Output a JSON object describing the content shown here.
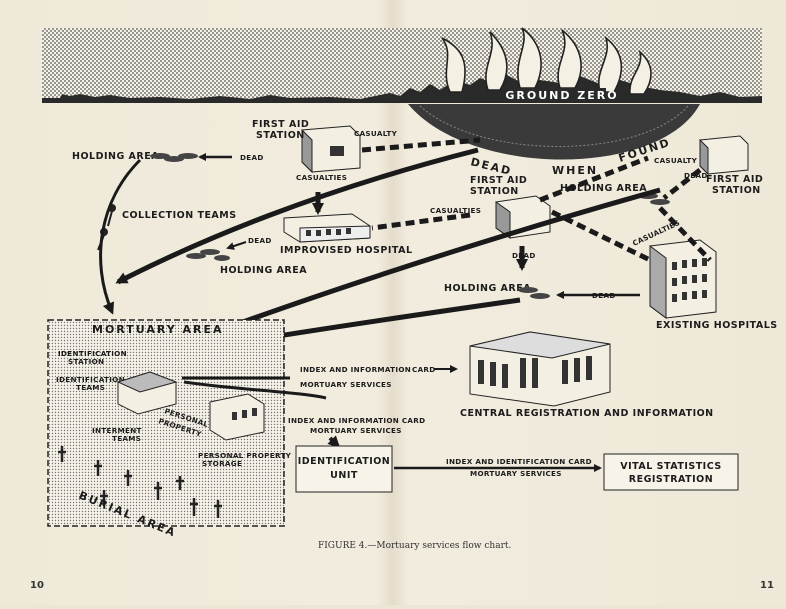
{
  "diagram": {
    "ground_zero": "GROUND ZERO",
    "dead_when_found": [
      "DEAD",
      "WHEN",
      "FOUND"
    ],
    "first_aid_station": [
      "FIRST AID",
      "STATION"
    ],
    "casualty": "CASUALTY",
    "casualties": "CASUALTIES",
    "dead": "DEAD",
    "holding_area": "HOLDING AREA",
    "collection_teams": "COLLECTION TEAMS",
    "improvised_hospital": "IMPROVISED HOSPITAL",
    "existing_hospitals": "EXISTING HOSPITALS",
    "mortuary_area": "MORTUARY AREA",
    "identification_station": [
      "IDENTIFICATION",
      "STATION"
    ],
    "identification_teams": [
      "IDENTIFICATION",
      "TEAMS"
    ],
    "interment_teams": [
      "INTERMENT",
      "TEAMS"
    ],
    "personal_property_tag": [
      "PERSONAL",
      "PROPERTY"
    ],
    "personal_property_storage": [
      "PERSONAL PROPERTY",
      "STORAGE"
    ],
    "burial_area": "BURIAL AREA",
    "index_and_information": "INDEX AND INFORMATION",
    "card": "CARD",
    "mortuary_services": "MORTUARY SERVICES",
    "index_and_information_card": "INDEX AND INFORMATION CARD",
    "central_registration": "CENTRAL REGISTRATION AND INFORMATION",
    "identification_unit": [
      "IDENTIFICATION",
      "UNIT"
    ],
    "index_and_identification_card": "INDEX AND IDENTIFICATION CARD",
    "vital_statistics": [
      "VITAL STATISTICS",
      "REGISTRATION"
    ]
  },
  "caption": "FIGURE 4.—Mortuary services flow chart.",
  "page_left": "10",
  "page_right": "11"
}
